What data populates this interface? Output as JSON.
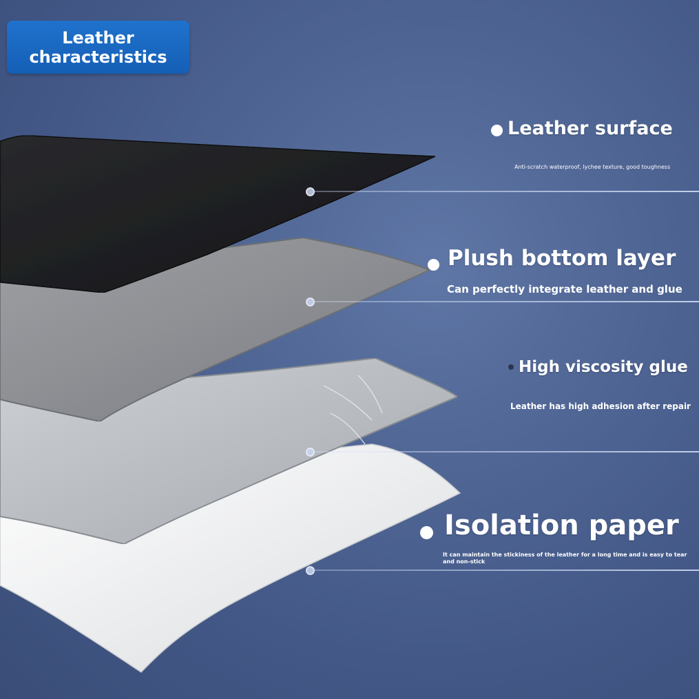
{
  "badge": {
    "text": "Leather\ncharacteristics"
  },
  "layers": [
    {
      "key": "leather-surface",
      "title": "Leather surface",
      "description": "Anti-scratch waterproof, lychee texture, good toughness"
    },
    {
      "key": "plush-bottom-layer",
      "title": "Plush bottom layer",
      "description": "Can perfectly integrate leather and glue"
    },
    {
      "key": "high-viscosity-glue",
      "title": "High viscosity glue",
      "description": "Leather has high adhesion after repair"
    },
    {
      "key": "isolation-paper",
      "title": "Isolation paper",
      "description": "It can maintain the stickiness of the leather for a long time and is easy to tear and non-stick"
    }
  ],
  "colors": {
    "background": "#4f6594",
    "badge": "#1a68c1",
    "leather": "#1e1f22",
    "plush": "#8f9196",
    "glue": "#bfc3c9",
    "paper": "#eeeeee",
    "text": "#ffffff"
  }
}
